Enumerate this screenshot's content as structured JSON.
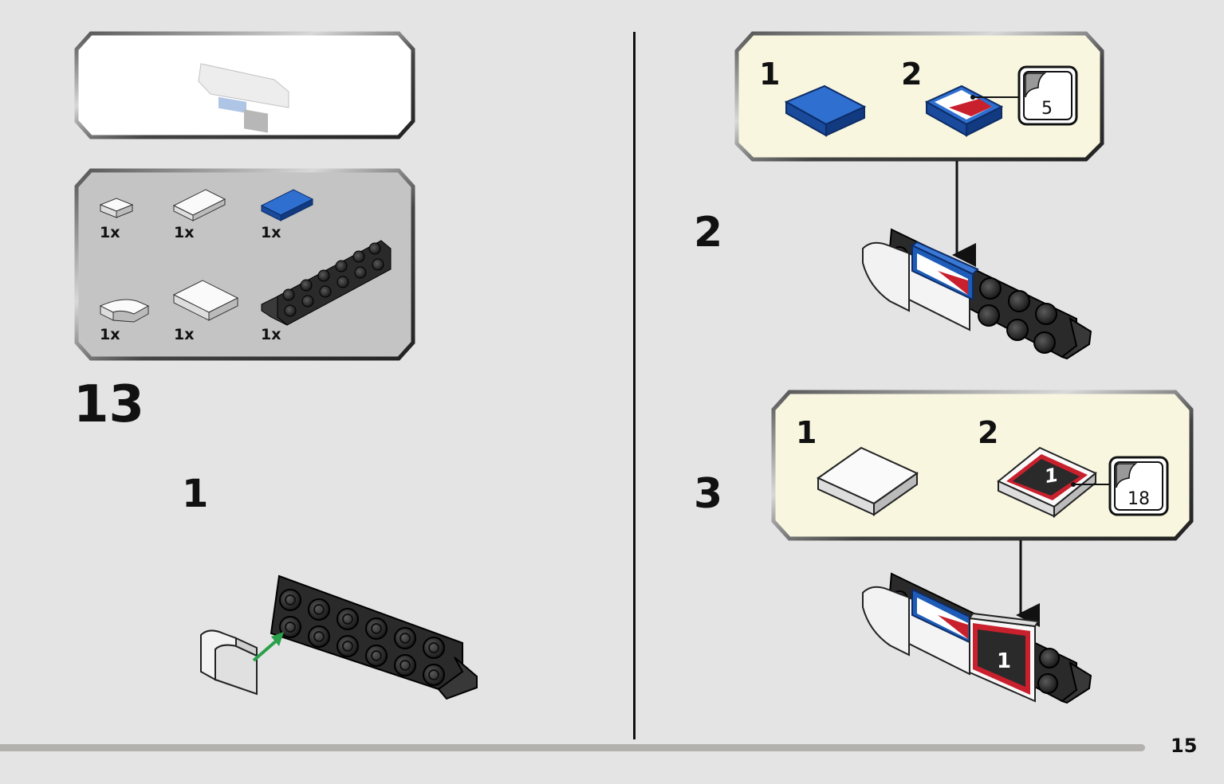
{
  "step": {
    "number": "13"
  },
  "parts_list": {
    "items": [
      {
        "name": "white-tile-1x1",
        "qty": "1x"
      },
      {
        "name": "white-tile-1x2",
        "qty": "1x"
      },
      {
        "name": "blue-tile-1x2",
        "qty": "1x"
      },
      {
        "name": "white-curved-slope",
        "qty": "1x"
      },
      {
        "name": "white-tile-2x2",
        "qty": "1x"
      },
      {
        "name": "black-bracket-plate",
        "qty": "1x"
      }
    ]
  },
  "substeps": [
    {
      "number": "1"
    },
    {
      "number": "2",
      "callout": {
        "items": [
          {
            "number": "1"
          },
          {
            "number": "2"
          }
        ],
        "sticker": "5"
      }
    },
    {
      "number": "3",
      "callout": {
        "items": [
          {
            "number": "1"
          },
          {
            "number": "2"
          }
        ],
        "sticker": "18"
      }
    }
  ],
  "sticker_tile_digit": "1",
  "page": {
    "number": "15"
  },
  "colors": {
    "background": "#e4e4e4",
    "callout": "#f8f6df",
    "parts_panel": "#c4c4c4",
    "brick_blue": "#1e5cb8",
    "brick_red": "#c8202c",
    "brick_black": "#2a2a2a",
    "arrow_green": "#2aa04a"
  }
}
